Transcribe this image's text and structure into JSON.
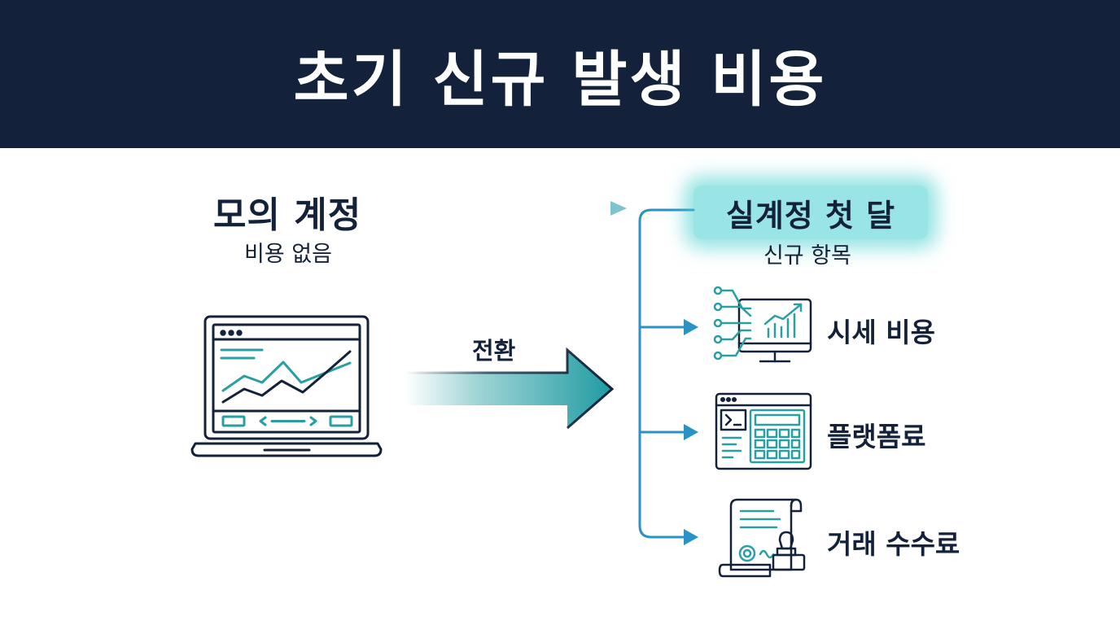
{
  "header": {
    "title": "초기 신규 발생 비용"
  },
  "mock_account": {
    "title": "모의 계정",
    "subtitle": "비용 없음",
    "icon": "laptop-chart-icon"
  },
  "conversion": {
    "label": "전환",
    "icon": "arrow-right-icon"
  },
  "real_account": {
    "title": "실계정 첫 달",
    "subtitle": "신규 항목"
  },
  "items": [
    {
      "label": "시세 비용",
      "icon": "monitor-chart-icon"
    },
    {
      "label": "플랫폼료",
      "icon": "terminal-calculator-icon"
    },
    {
      "label": "거래 수수료",
      "icon": "document-stamp-icon"
    }
  ],
  "colors": {
    "navy": "#13223a",
    "teal": "#2a9fa3",
    "blue": "#2a92c4",
    "white": "#ffffff"
  }
}
